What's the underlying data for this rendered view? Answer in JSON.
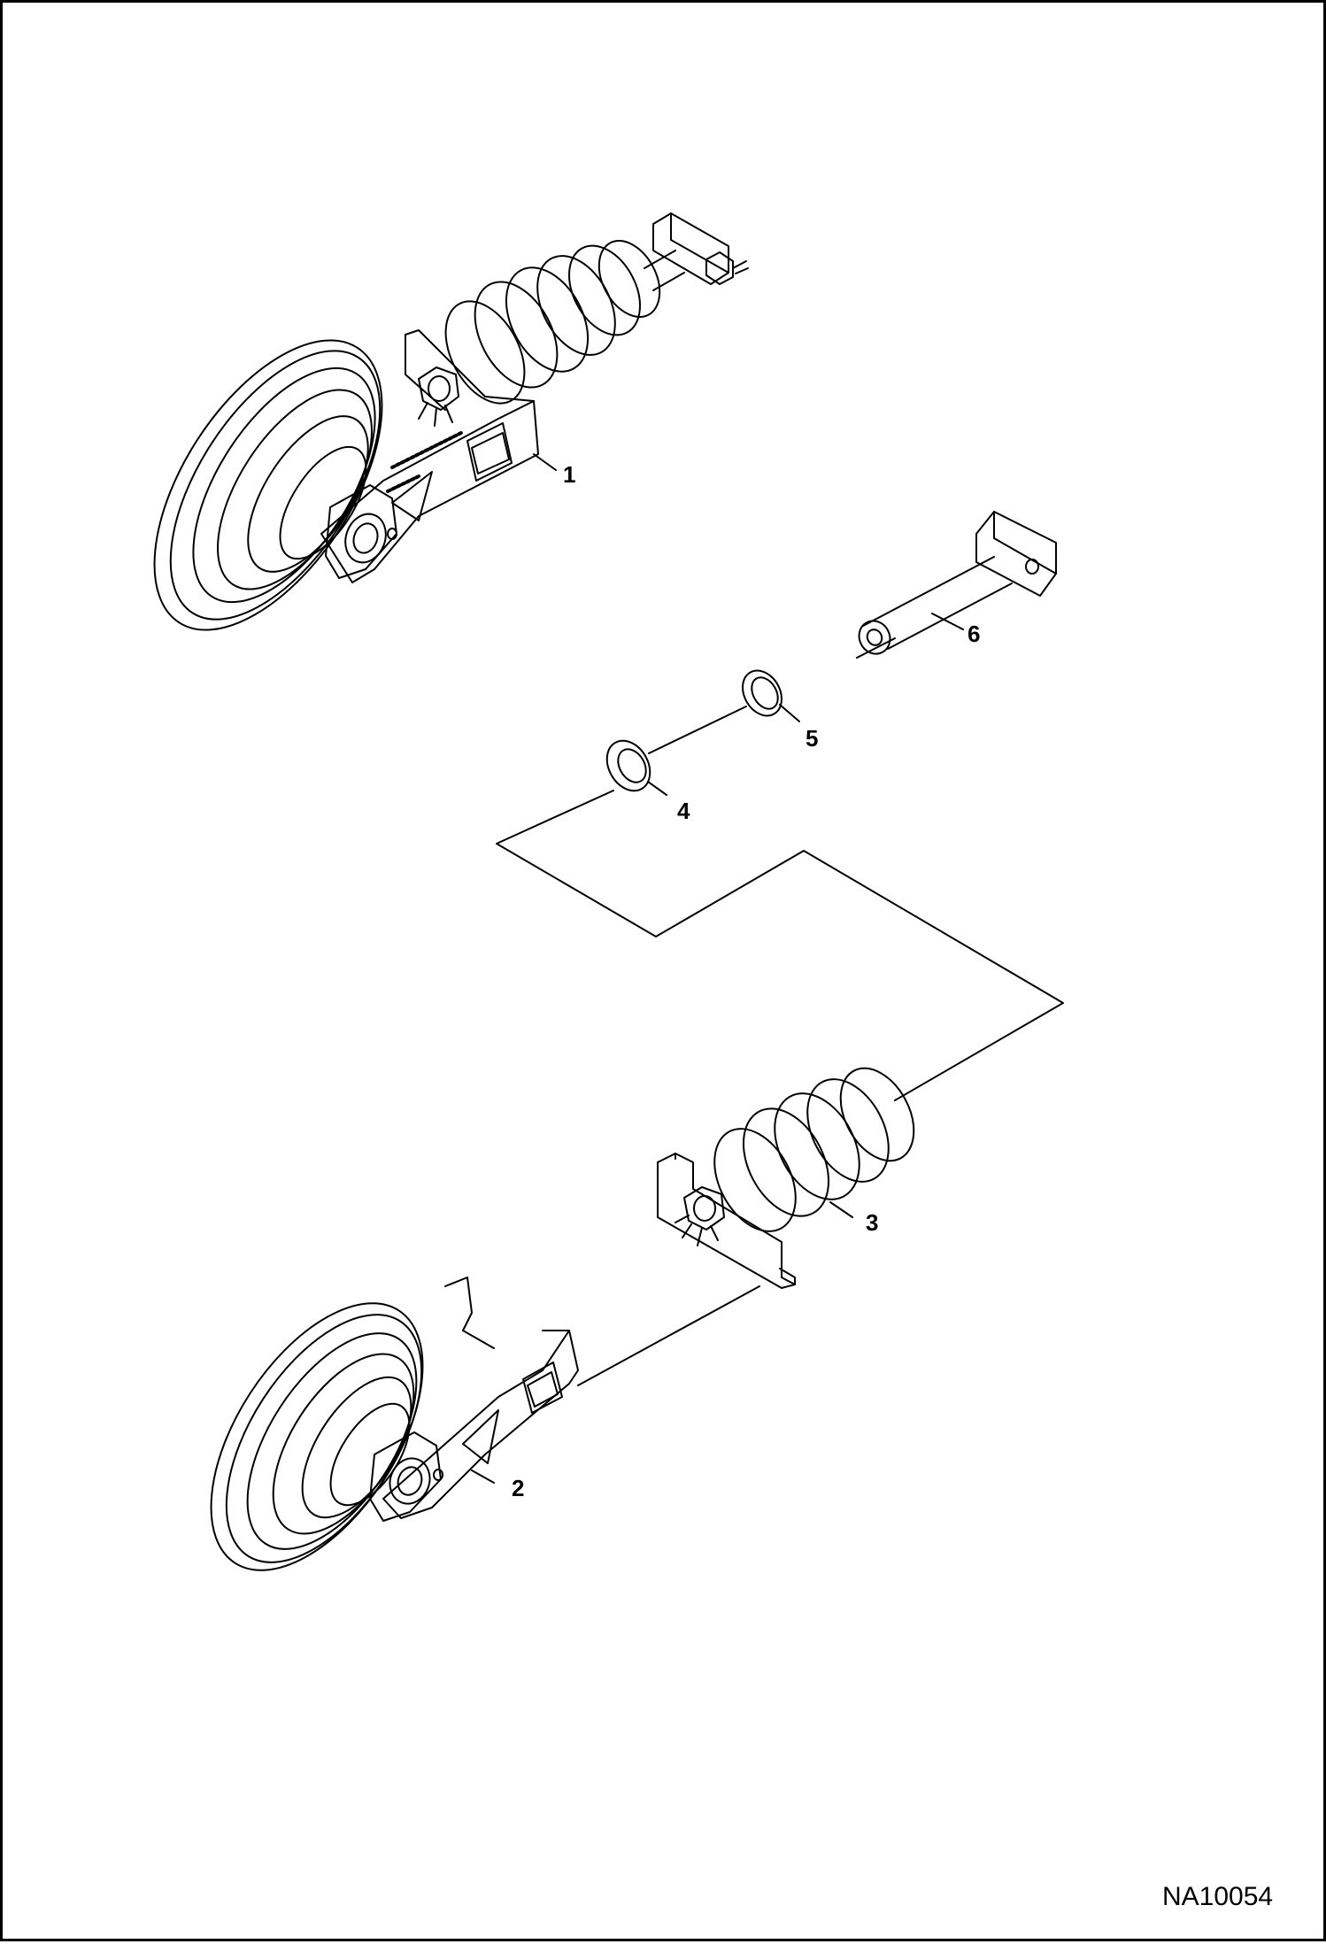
{
  "callouts": [
    {
      "id": "1",
      "text": "1"
    },
    {
      "id": "2",
      "text": "2"
    },
    {
      "id": "3",
      "text": "3"
    },
    {
      "id": "4",
      "text": "4"
    },
    {
      "id": "5",
      "text": "5"
    },
    {
      "id": "6",
      "text": "6"
    }
  ],
  "drawing_code": "NA10054",
  "colors": {
    "line": "#000000",
    "background": "#ffffff"
  }
}
